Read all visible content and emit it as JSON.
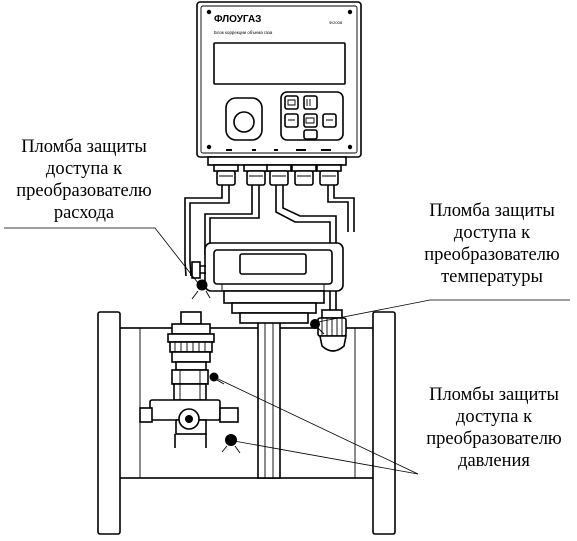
{
  "device": {
    "brand": "ФЛОУГАЗ",
    "subtitle": "Блок коррекции объема газа",
    "model": "Ф/2008"
  },
  "labels": {
    "flow": [
      "Пломба защиты",
      "доступа к",
      "преобразователю",
      "расхода"
    ],
    "temperature": [
      "Пломба защиты",
      "доступа к",
      "преобразователю",
      "температуры"
    ],
    "pressure": [
      "Пломбы защиты",
      "доступа к",
      "преобразователю",
      "давления"
    ]
  }
}
